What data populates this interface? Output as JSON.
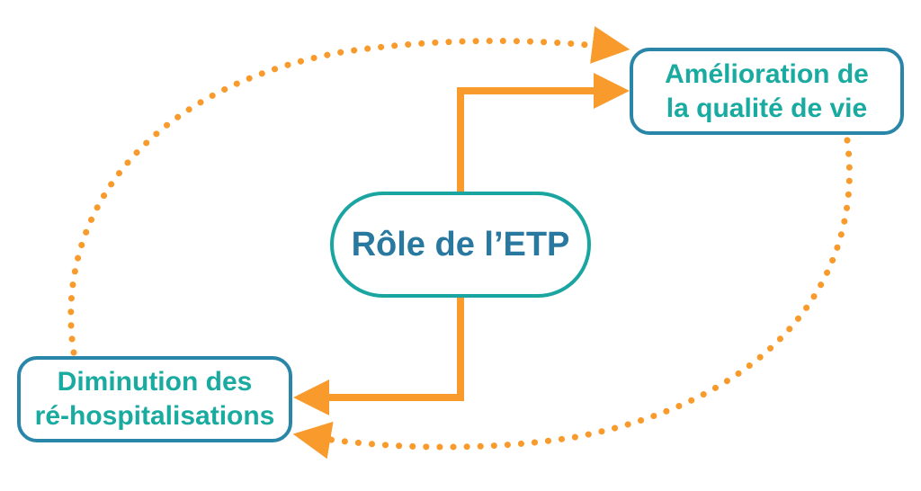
{
  "diagram": {
    "center": {
      "label": "Rôle de l’ETP"
    },
    "outcome_quality_of_life": {
      "line1": "Amélioration de",
      "line2": "la qualité de vie"
    },
    "outcome_rehospitalisation": {
      "line1": "Diminution des",
      "line2": "ré-hospitalisations"
    },
    "colors": {
      "arrow": "#f89b2c",
      "center_border": "#1aa5a0",
      "center_text": "#2878a0",
      "box_border": "#2a86a8",
      "box_text": "#19aaa0"
    }
  }
}
